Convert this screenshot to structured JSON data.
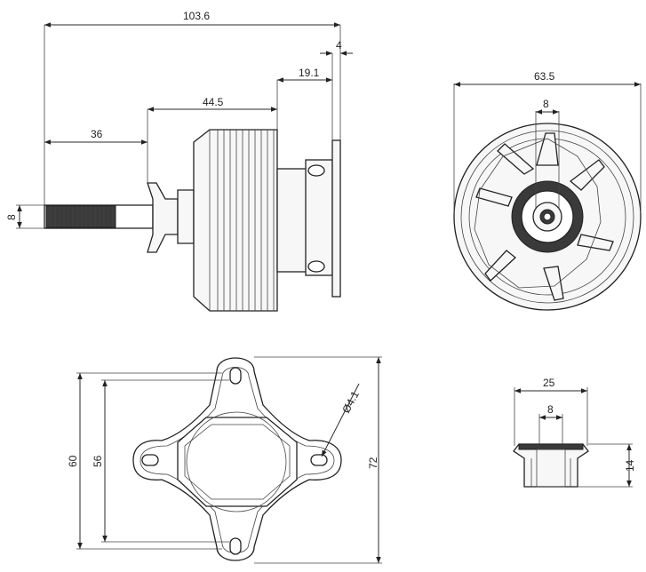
{
  "dimensions": {
    "side_total_length": "103.6",
    "side_flange_thickness": "4",
    "side_flange_offset": "19.1",
    "side_body_length": "44.5",
    "side_shaft_length": "36",
    "side_shaft_diameter": "8",
    "front_diameter": "63.5",
    "front_shaft_diameter": "8",
    "mount_hole_diameter": "Ø4.1",
    "mount_height_outer": "60",
    "mount_height_inner": "56",
    "mount_total": "72",
    "adapter_width": "25",
    "adapter_bore": "8",
    "adapter_height": "14"
  }
}
